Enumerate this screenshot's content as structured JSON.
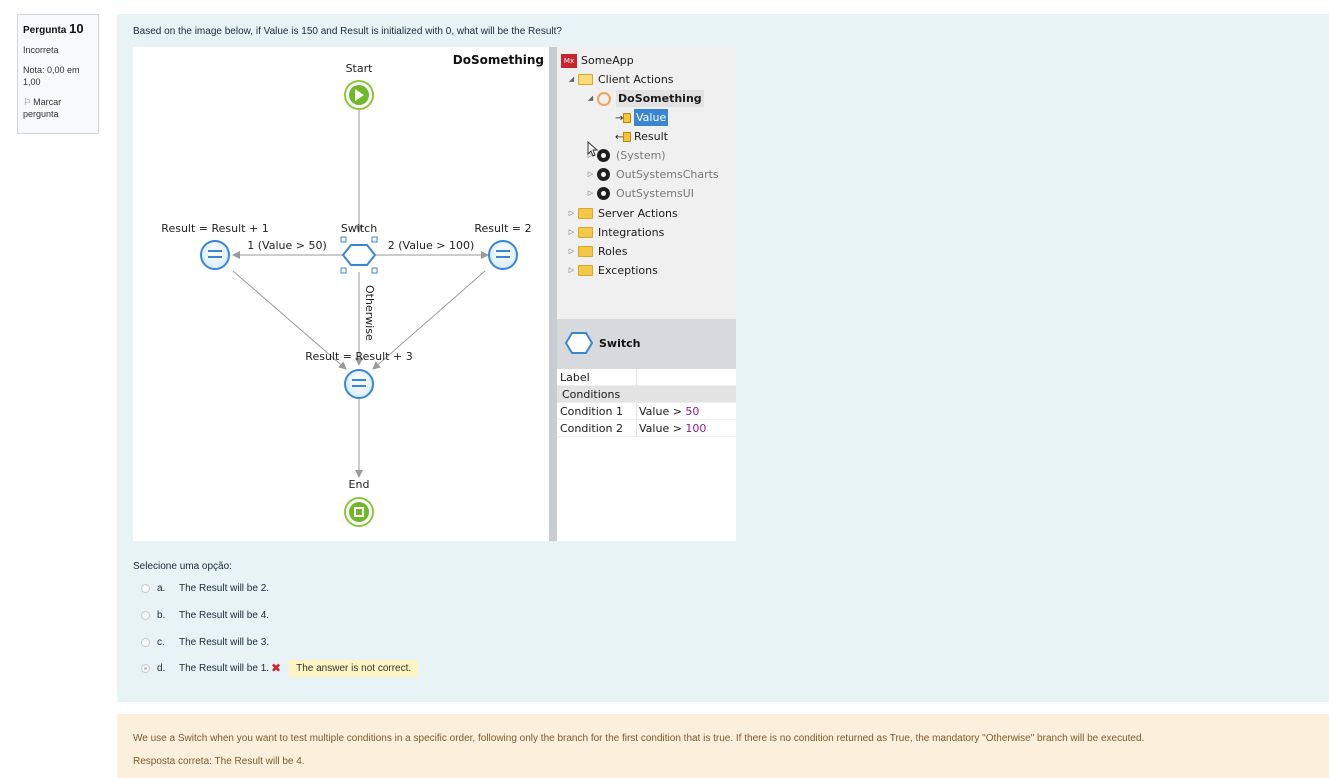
{
  "info": {
    "question_label": "Pergunta",
    "question_number": "10",
    "status": "Incorreta",
    "grade": "Nota: 0,00 em 1,00",
    "flag_label": "Marcar pergunta"
  },
  "question": {
    "text": "Based on the image below, if Value is 150 and Result is initialized with 0, what will be the Result?"
  },
  "flow": {
    "title": "DoSomething",
    "start": "Start",
    "end": "End",
    "switch": "Switch",
    "left_assign": "Result = Result + 1",
    "right_assign": "Result = 2",
    "bottom_assign": "Result = Result + 3",
    "cond1": "1 (Value > 50)",
    "cond2": "2 (Value > 100)",
    "otherwise": "Otherwise"
  },
  "tree": {
    "app": "SomeApp",
    "app_badge": "Mx",
    "client_actions": "Client Actions",
    "action": "DoSomething",
    "input_param": "Value",
    "output_param": "Result",
    "system": "(System)",
    "charts": "OutSystemsCharts",
    "ui": "OutSystemsUI",
    "server_actions": "Server Actions",
    "integrations": "Integrations",
    "roles": "Roles",
    "exceptions": "Exceptions"
  },
  "props": {
    "title": "Switch",
    "label_key": "Label",
    "label_value": "",
    "conditions_header": "Conditions",
    "rows": [
      {
        "key": "Condition 1",
        "prefix": "Value > ",
        "num": "50"
      },
      {
        "key": "Condition 2",
        "prefix": "Value > ",
        "num": "100"
      }
    ]
  },
  "options": {
    "prompt": "Selecione uma opção:",
    "items": [
      {
        "letter": "a.",
        "text": "The Result will be 2."
      },
      {
        "letter": "b.",
        "text": "The Result will be 4."
      },
      {
        "letter": "c.",
        "text": "The Result will be 3."
      },
      {
        "letter": "d.",
        "text": "The Result will be 1."
      }
    ],
    "selected": "d.",
    "incorrect_note": "The answer is not correct."
  },
  "feedback": {
    "explanation": "We use a Switch when you want to test multiple conditions in a specific order, following only the branch for the first condition that is true. If there is no condition returned as True, the mandatory \"Otherwise\" branch will be executed.",
    "correct_answer": "Resposta correta: The Result will be 4."
  }
}
